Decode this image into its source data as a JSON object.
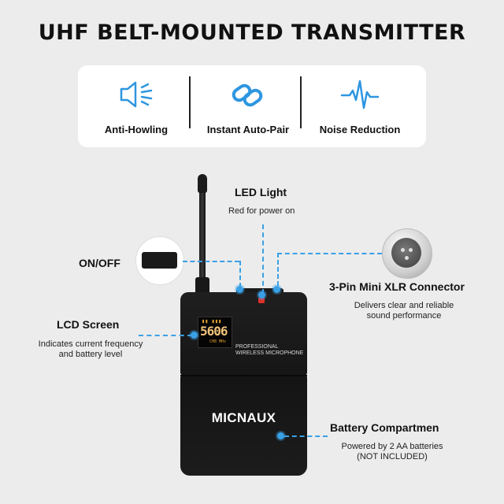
{
  "title": "UHF BELT-MOUNTED TRANSMITTER",
  "features": [
    {
      "label": "Anti-Howling",
      "icon": "speaker-anti-howling-icon"
    },
    {
      "label": "Instant Auto-Pair",
      "icon": "link-pair-icon"
    },
    {
      "label": "Noise Reduction",
      "icon": "waveform-icon"
    }
  ],
  "callouts": {
    "led": {
      "title": "LED Light",
      "desc": "Red for power on"
    },
    "onoff": {
      "title": "ON/OFF"
    },
    "xlr": {
      "title": "3-Pin Mini XLR Connector",
      "desc_lines": [
        "Delivers clear and reliable",
        "sound performance"
      ]
    },
    "lcd": {
      "title": "LCD Screen",
      "desc_lines": [
        "Indicates current frequency",
        "and battery level"
      ]
    },
    "battery": {
      "title": "Battery Compartmen",
      "desc_lines": [
        "Powered by 2 AA batteries",
        "(NOT INCLUDED)"
      ]
    }
  },
  "device": {
    "brand": "MICNAUX",
    "label_lines": [
      "PROFESSIONAL",
      "WIRELESS MICROPHONE"
    ],
    "lcd_digits": "5606",
    "lcd_top": "▮▮ ▮▮▮",
    "lcd_bottom": "CH8 MHz"
  },
  "colors": {
    "accent": "#3aa0e6",
    "background": "#ececec",
    "led": "#e0302a"
  }
}
